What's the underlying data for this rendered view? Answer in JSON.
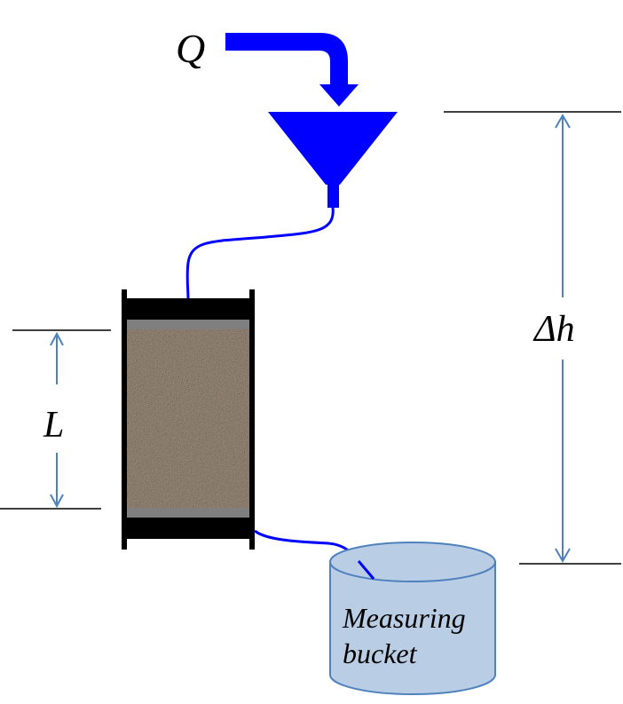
{
  "labels": {
    "flow": "Q",
    "head_difference": "Δh",
    "length": "L",
    "bucket_line1": "Measuring",
    "bucket_line2": "bucket"
  },
  "colors": {
    "water": "#0000ff",
    "dimension_arrow": "#4f81bd",
    "bucket_fill": "#b9cde5",
    "bucket_stroke": "#4f81bd",
    "column_cap": "#000000",
    "porous_stone": "#7f7f7f",
    "sand": "#9a8b7c"
  },
  "icons": {
    "inflow": "bent-arrow-icon",
    "funnel": "funnel-icon"
  }
}
